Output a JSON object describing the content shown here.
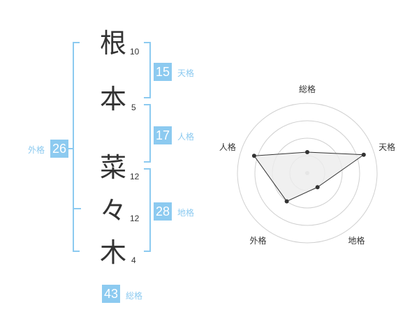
{
  "name_chars": [
    {
      "char": "根",
      "strokes": "10"
    },
    {
      "char": "本",
      "strokes": "5"
    },
    {
      "char": "菜",
      "strokes": "12"
    },
    {
      "char": "々",
      "strokes": "12"
    },
    {
      "char": "木",
      "strokes": "4"
    }
  ],
  "scores": {
    "tenkaku": {
      "value": "15",
      "label": "天格"
    },
    "jinkaku": {
      "value": "17",
      "label": "人格"
    },
    "chikaku": {
      "value": "28",
      "label": "地格"
    },
    "gaikaku": {
      "value": "26",
      "label": "外格"
    },
    "soukaku": {
      "value": "43",
      "label": "総格"
    }
  },
  "chart_data": {
    "type": "radar",
    "axes": [
      "総格",
      "天格",
      "地格",
      "外格",
      "人格"
    ],
    "values": [
      0.3,
      0.85,
      0.25,
      0.5,
      0.8
    ],
    "range": [
      0,
      1
    ],
    "rings": 4
  },
  "colors": {
    "accent": "#8ccaf0",
    "text": "#333333",
    "grid": "#d0d0d0",
    "fill": "#ececec"
  }
}
